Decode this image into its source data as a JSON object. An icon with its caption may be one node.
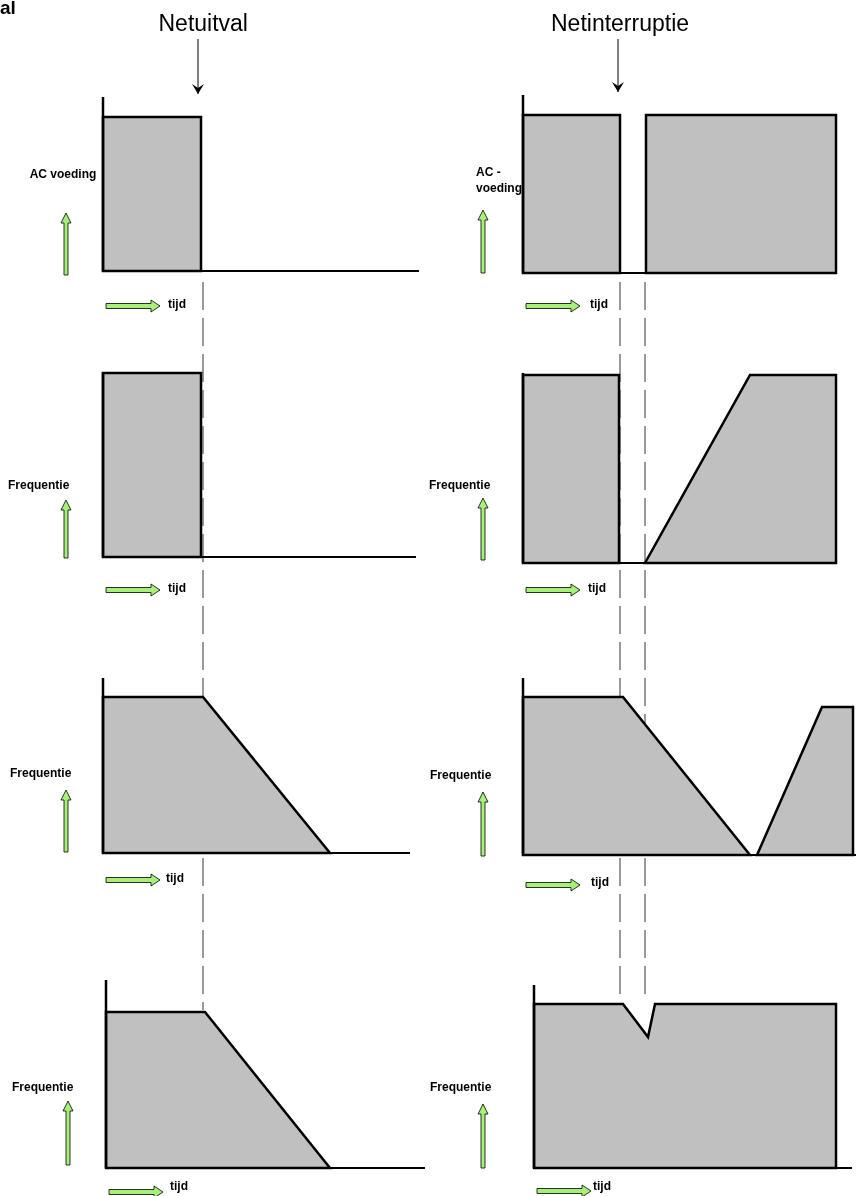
{
  "diagram": {
    "nodes": [
      {
        "text": [
          "Netuitval"
        ]
      },
      {
        "text": [
          "Netinterruptie"
        ]
      },
      {
        "text": [],
        "shape": "chart"
      },
      {
        "text": [],
        "shape": "chart"
      }
    ],
    "edges": [
      {
        "from": 0,
        "to": 2,
        "arrow": "to"
      },
      {
        "from": 1,
        "to": 3,
        "arrow": "to"
      }
    ],
    "labels": [
      "al",
      "AC voeding",
      "AC - voeding",
      "tijd",
      "tijd",
      "Frequentie",
      "Frequentie",
      "tijd",
      "tijd",
      "Frequentie",
      "Frequentie",
      "tijd",
      "tijd",
      "Frequentie",
      "Frequentie",
      "tijd",
      "tijd"
    ]
  }
}
